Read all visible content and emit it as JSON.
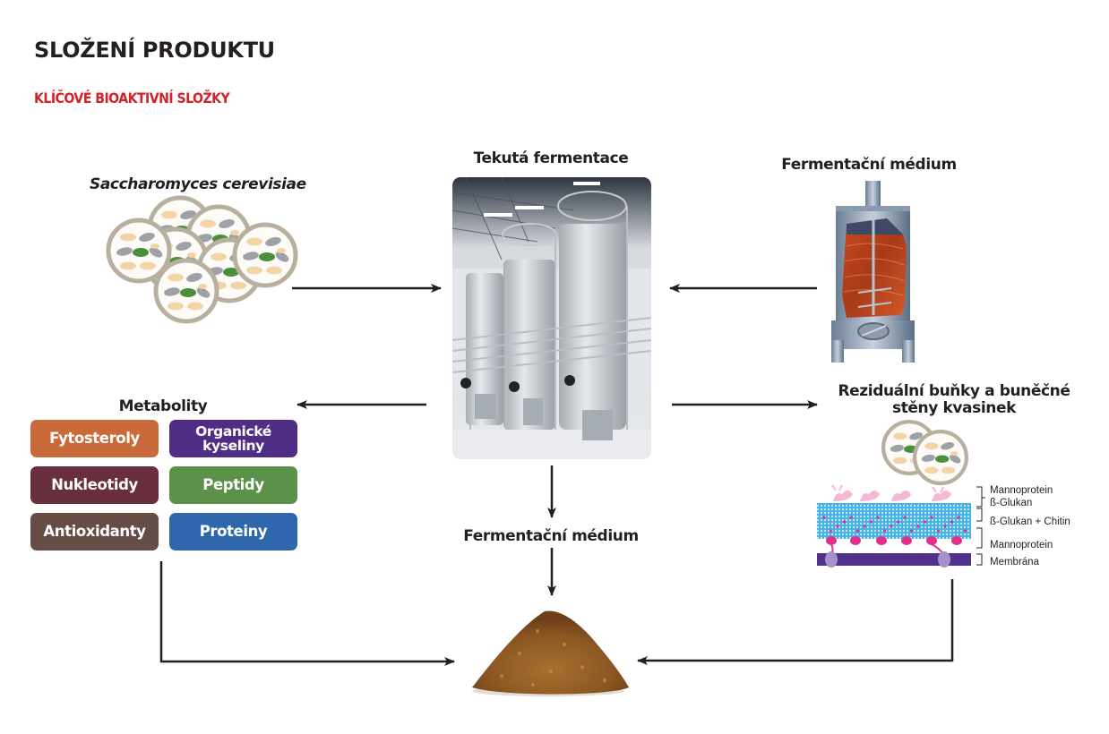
{
  "header": {
    "title": "SLOŽENÍ PRODUKTU",
    "subtitle": "KLÍČOVÉ BIOAKTIVNÍ SLOŽKY"
  },
  "nodes": {
    "yeast": {
      "label": "Saccharomyces cerevisiae",
      "icon": "yeast-cells-cluster"
    },
    "liquid_fermentation": {
      "label": "Tekutá fermentace",
      "icon": "fermentation-tanks-photo"
    },
    "fermentation_medium_top": {
      "label": "Fermentační médium",
      "icon": "bioreactor-vessel"
    },
    "metabolites": {
      "label": "Metabolity",
      "items": [
        {
          "label": "Fytosteroly",
          "color": "#c96a3a"
        },
        {
          "label": "Organické kyseliny",
          "color": "#4f2d84"
        },
        {
          "label": "Nukleotidy",
          "color": "#6a2f3f"
        },
        {
          "label": "Peptidy",
          "color": "#5b9148"
        },
        {
          "label": "Antioxidanty",
          "color": "#654d45"
        },
        {
          "label": "Proteiny",
          "color": "#2f67ad"
        }
      ]
    },
    "fermentation_medium_bottom": {
      "label": "Fermentační médium"
    },
    "residual_cells": {
      "label_line1": "Reziduální buňky a buněčné",
      "label_line2": "stěny kvasinek",
      "icon": "yeast-cells-pair",
      "cell_wall_layers": [
        "Mannoprotein",
        "ß-Glukan",
        "ß-Glukan + Chitin",
        "Mannoprotein",
        "Membrána"
      ]
    },
    "product": {
      "icon": "powder-pile"
    }
  },
  "colors": {
    "accent_red": "#d2232a",
    "arrow": "#231f20",
    "cell_ring": "#b8b09f",
    "membrane": "#52318a",
    "glucan": "#49b3e6"
  }
}
